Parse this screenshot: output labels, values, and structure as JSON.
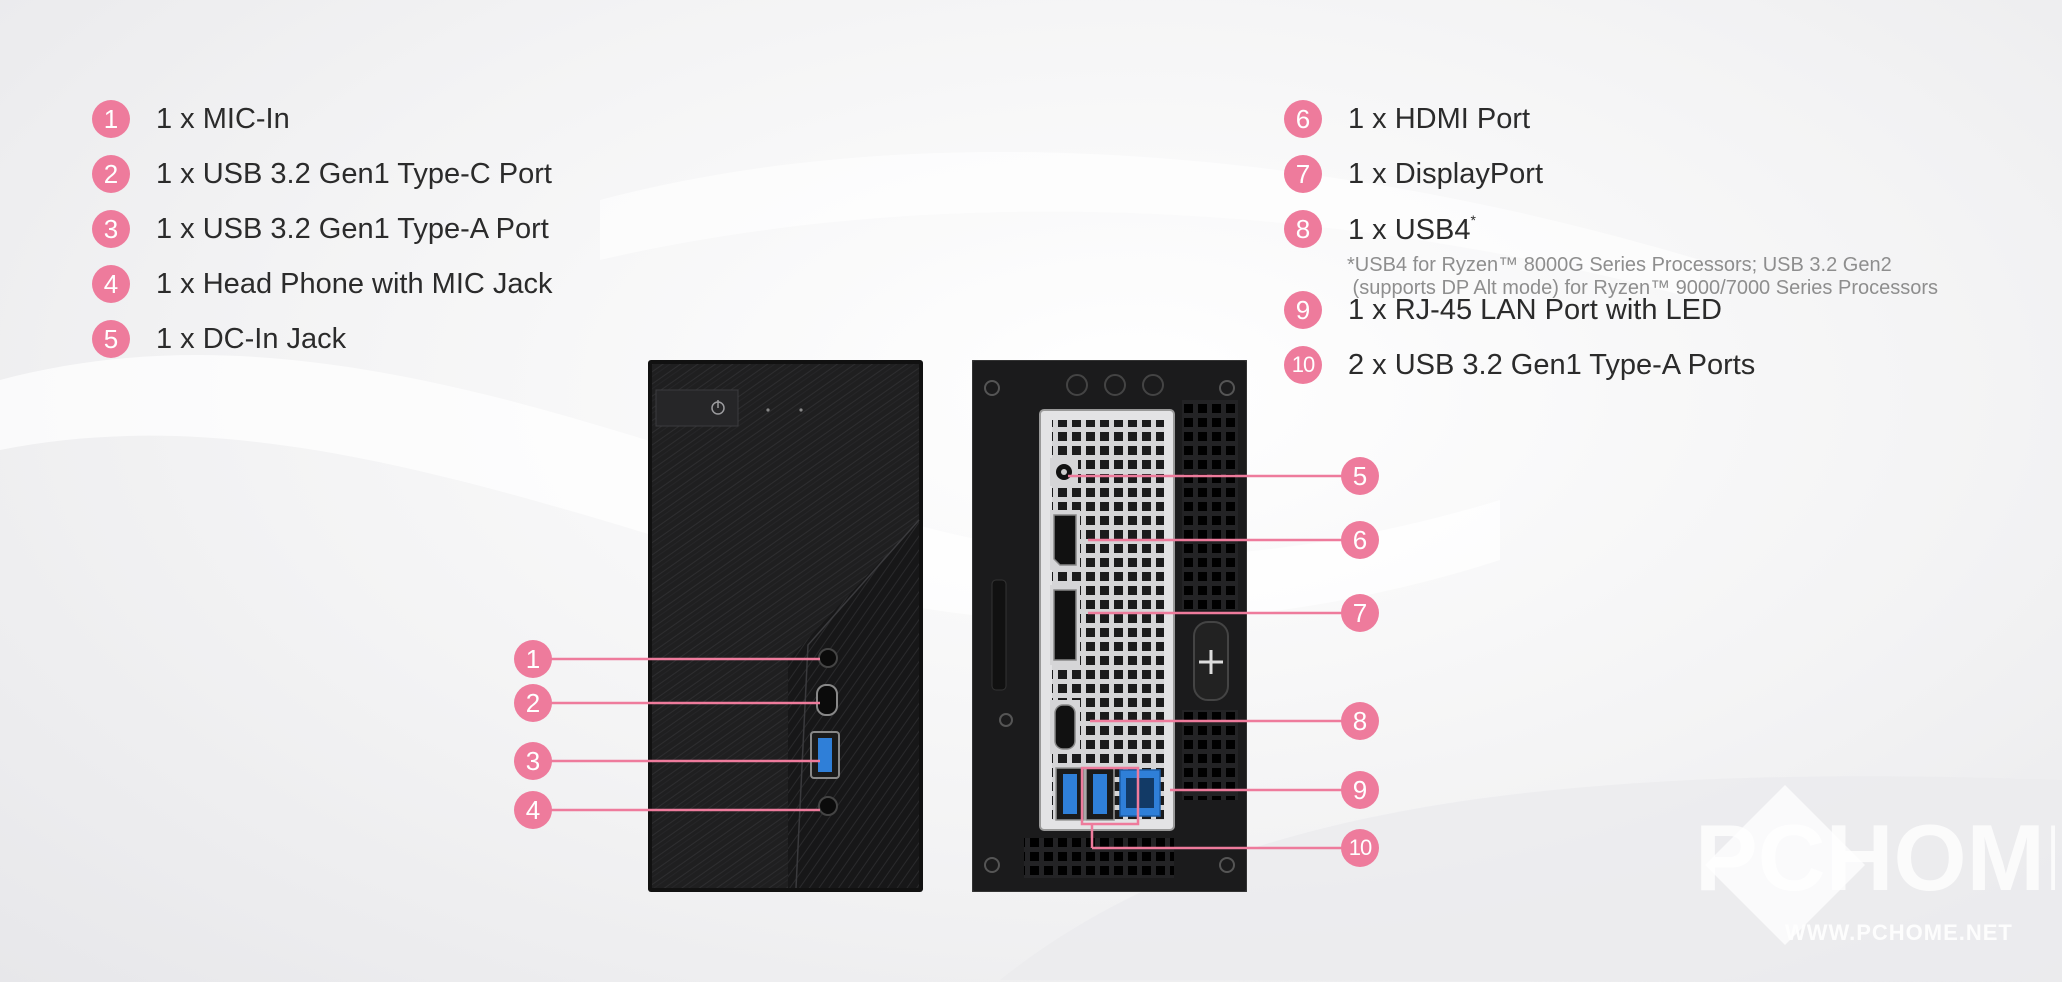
{
  "left_specs": [
    {
      "num": "1",
      "label": "1 x MIC-In"
    },
    {
      "num": "2",
      "label": "1 x USB 3.2 Gen1 Type-C Port"
    },
    {
      "num": "3",
      "label": "1 x USB 3.2 Gen1 Type-A Port"
    },
    {
      "num": "4",
      "label": "1 x Head Phone with MIC Jack"
    },
    {
      "num": "5",
      "label": "1 x DC-In Jack"
    }
  ],
  "right_specs": [
    {
      "num": "6",
      "label": "1 x HDMI Port"
    },
    {
      "num": "7",
      "label": "1 x DisplayPort"
    },
    {
      "num": "8",
      "label": "1 x USB4",
      "mark": "*"
    },
    {
      "num": "9",
      "label": "1 x RJ-45 LAN Port with LED"
    },
    {
      "num": "10",
      "label": "2 x USB 3.2 Gen1 Type-A Ports"
    }
  ],
  "footnote": "*USB4 for Ryzen™ 8000G Series Processors; USB 3.2 Gen2\n (supports DP Alt mode) for Ryzen™ 9000/7000 Series Processors",
  "front_callouts": [
    "1",
    "2",
    "3",
    "4"
  ],
  "rear_callouts": [
    "5",
    "6",
    "7",
    "8",
    "9",
    "10"
  ],
  "watermark": {
    "logo": "PCHOME",
    "url": "WWW.PCHOME.NET"
  },
  "colors": {
    "accent": "#ee7b9c",
    "text": "#2b2b2b",
    "footnote": "#8e8e8e",
    "chassis": "#1e1e1f",
    "usb_blue": "#2f7fd8"
  }
}
